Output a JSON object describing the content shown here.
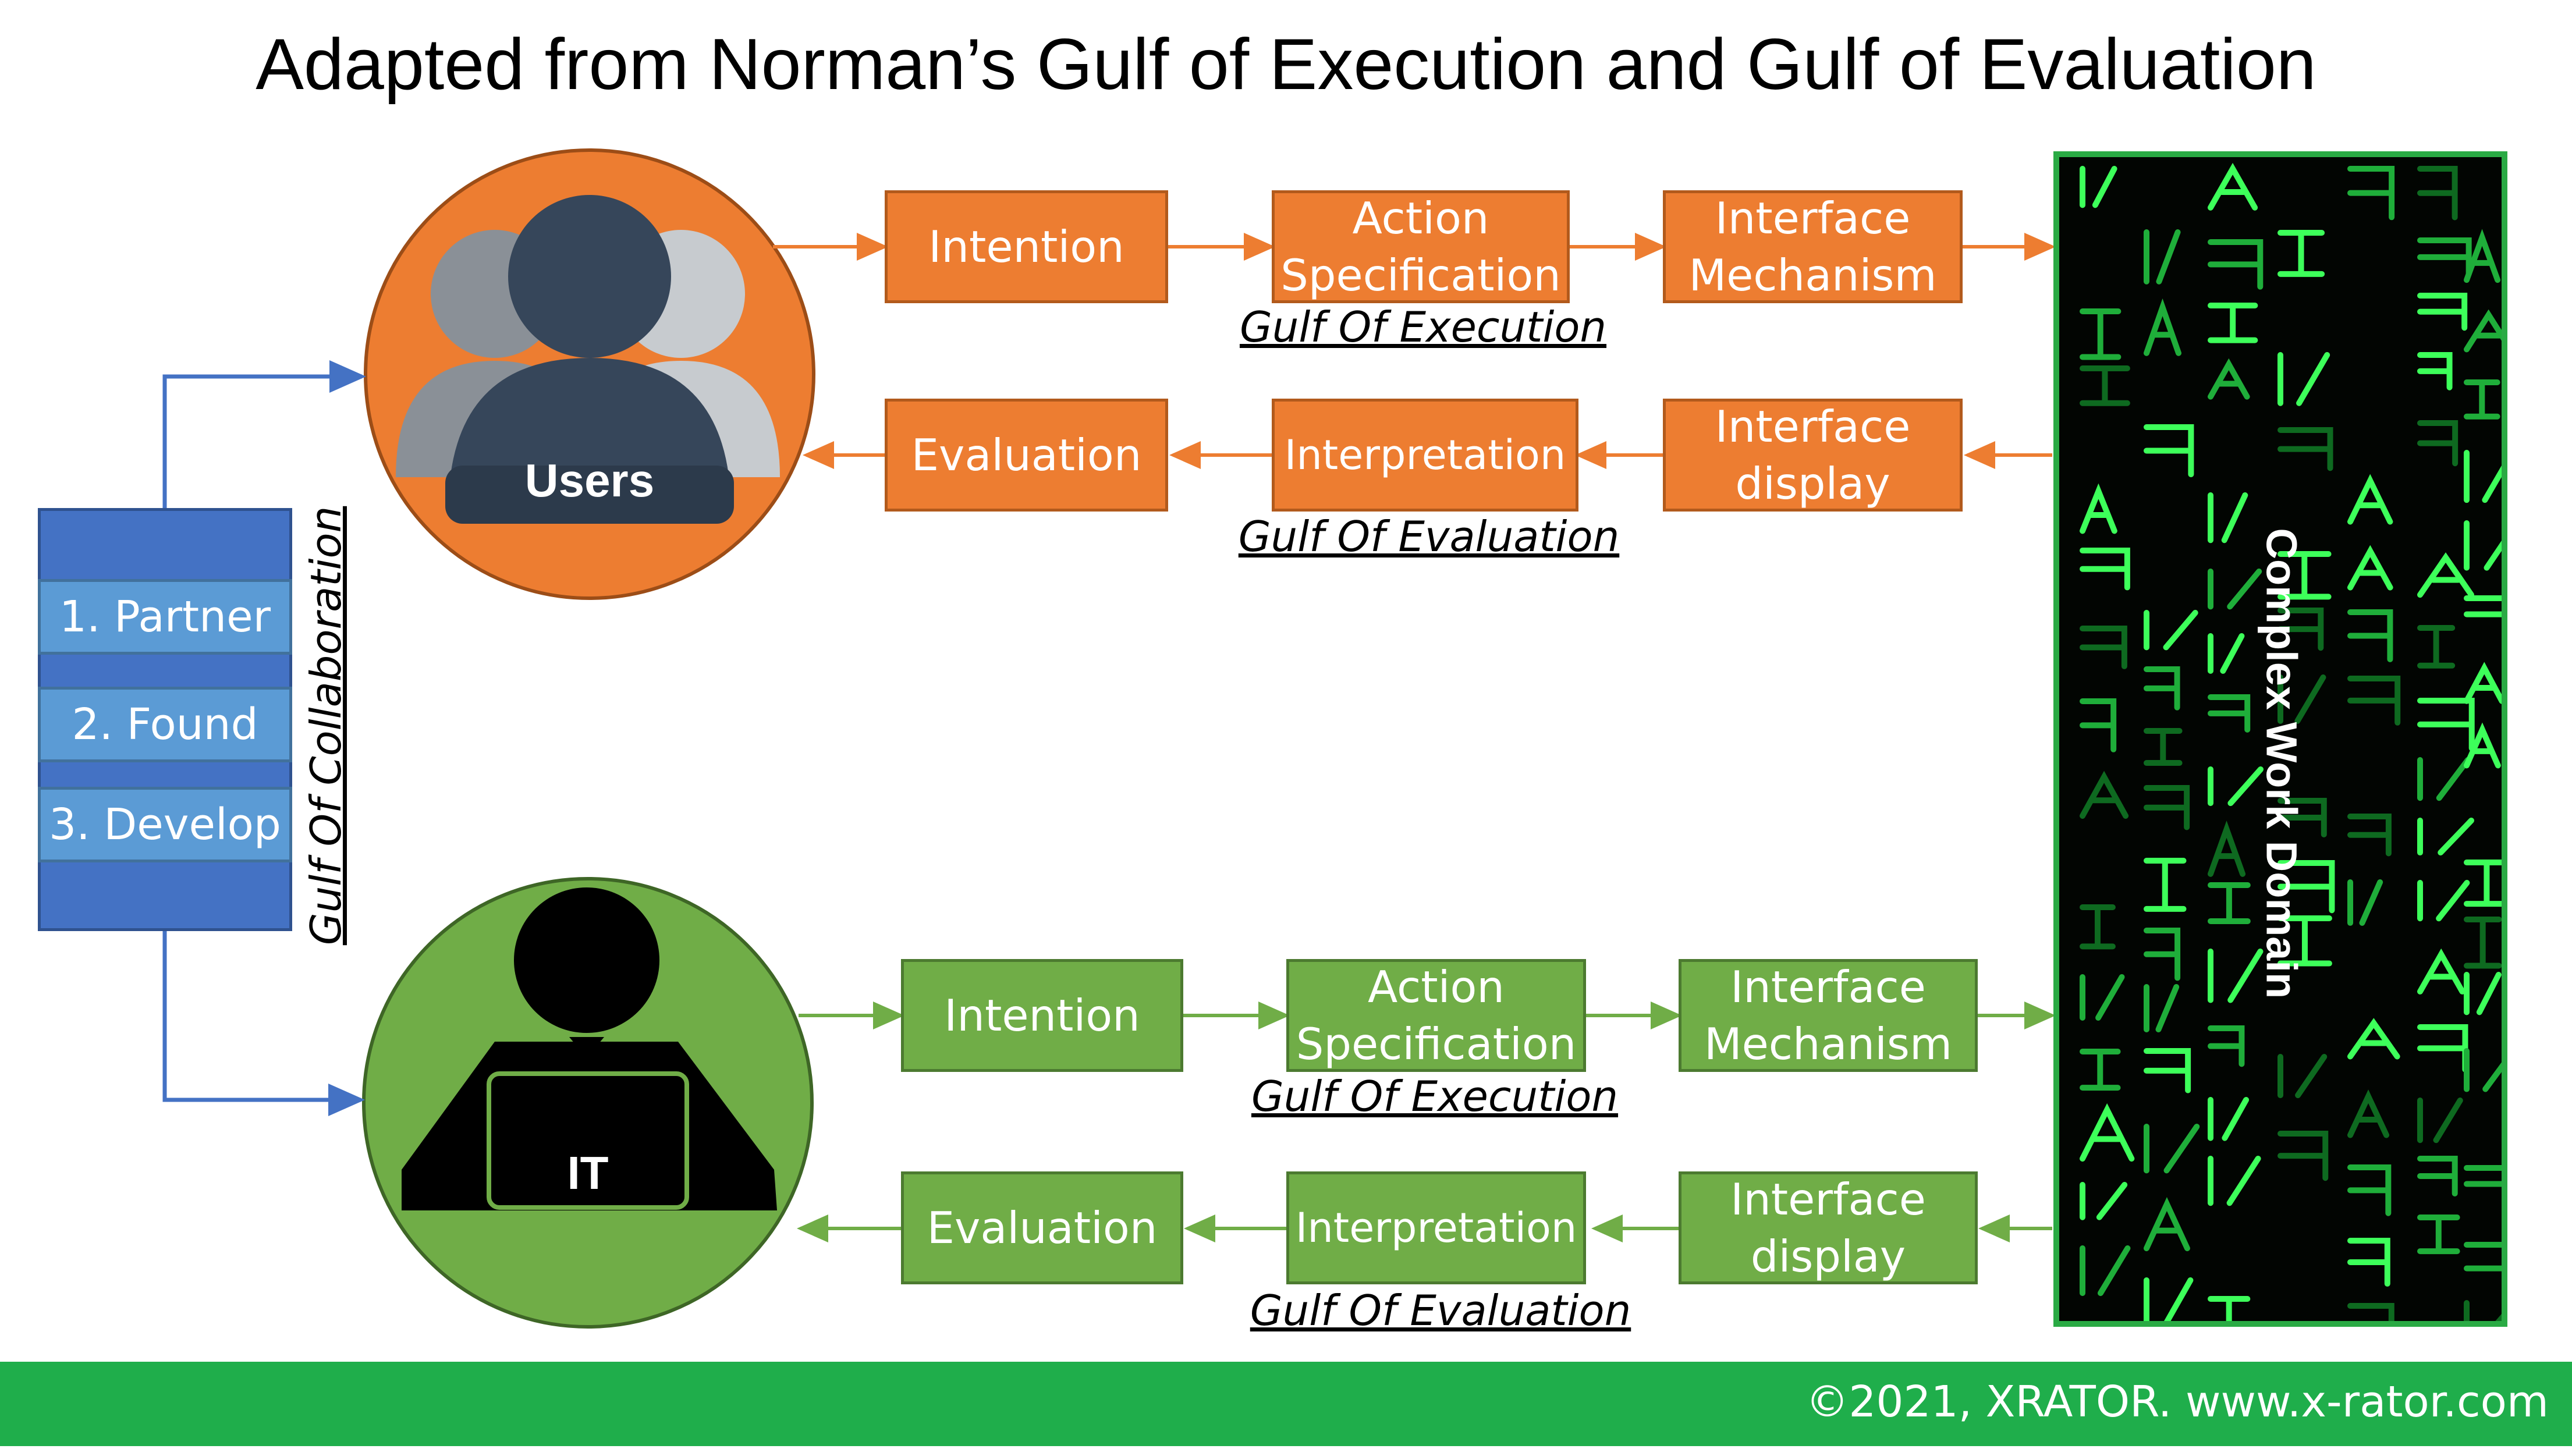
{
  "title": "Adapted from Norman’s Gulf of Execution and Gulf of Evaluation",
  "users": {
    "label": "Users",
    "execution": [
      "Intention",
      "Action Specification",
      "Interface Mechanism"
    ],
    "evaluation": [
      "Evaluation",
      "Interpretation",
      "Interface display"
    ],
    "gulf_execution": "Gulf Of Execution",
    "gulf_evaluation": "Gulf Of Evaluation"
  },
  "it": {
    "label": "IT",
    "execution": [
      "Intention",
      "Action Specification",
      "Interface Mechanism"
    ],
    "evaluation": [
      "Evaluation",
      "Interpretation",
      "Interface display"
    ],
    "gulf_execution": "Gulf Of Execution",
    "gulf_evaluation": "Gulf Of Evaluation"
  },
  "collaboration": {
    "steps": [
      "1. Partner",
      "2. Found",
      "3. Develop"
    ],
    "gulf_label": "Gulf Of Collaboration"
  },
  "domain_label": "Complex Work Domain",
  "footer": "©2021, XRATOR. www.x-rator.com",
  "colors": {
    "orange": "#ed7d31",
    "green": "#70ad47",
    "blue": "#4472c4",
    "footer_green": "#1fae4b",
    "matrix_green": "#2aff4f"
  }
}
